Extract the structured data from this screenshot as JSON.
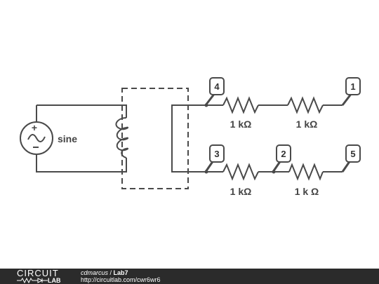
{
  "source": {
    "label": "sine"
  },
  "nodes": [
    "4",
    "1",
    "3",
    "2",
    "5"
  ],
  "resistors": [
    "1 kΩ",
    "1 kΩ",
    "1 kΩ",
    "1 k Ω"
  ],
  "footer": {
    "logo_top": "CIRCUIT",
    "logo_bottom": "LAB",
    "author": "cdmarcus",
    "separator": " / ",
    "title": "Lab7",
    "url": "http://circuitlab.com/cwr6wr6"
  }
}
